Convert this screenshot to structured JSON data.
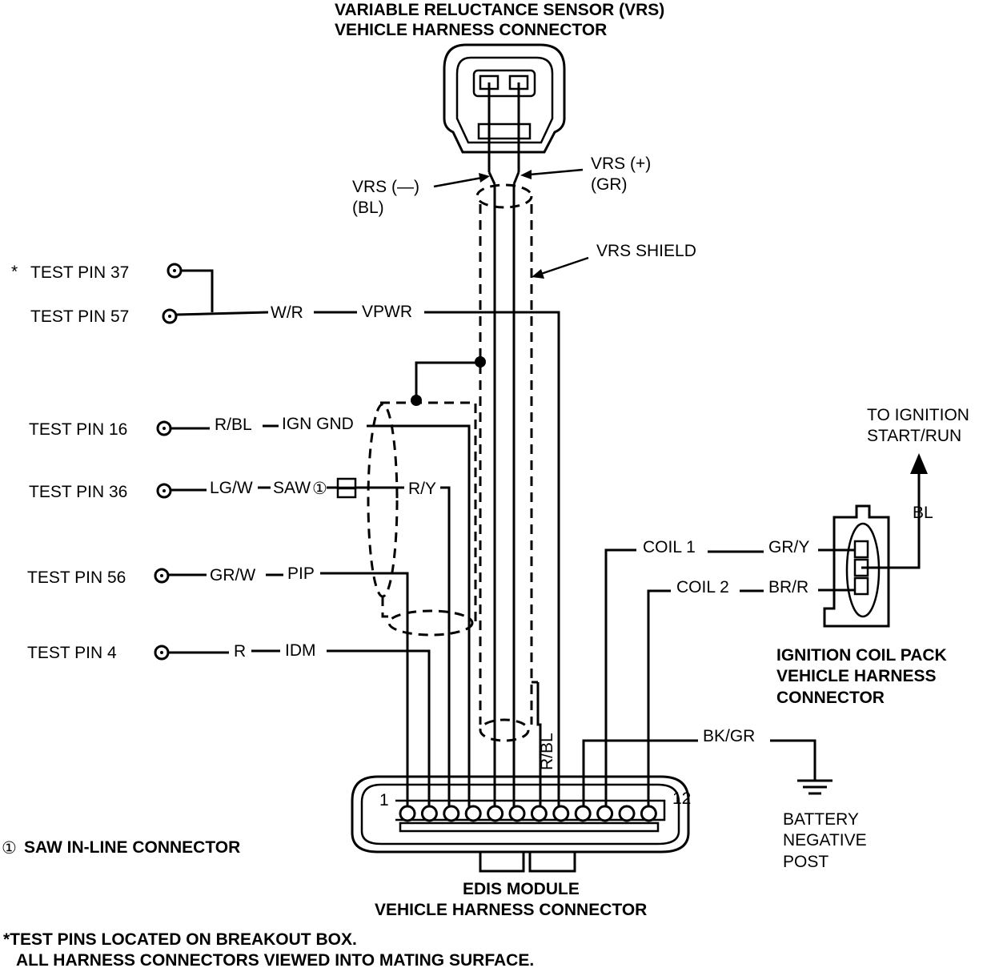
{
  "vrs_connector": {
    "title_line1": "VARIABLE RELUCTANCE SENSOR (VRS)",
    "title_line2": "VEHICLE HARNESS CONNECTOR",
    "neg_label": "VRS (—)",
    "neg_color": "(BL)",
    "pos_label": "VRS (+)",
    "pos_color": "(GR)",
    "shield_label": "VRS SHIELD"
  },
  "test_pins": [
    {
      "label": "TEST PIN 37",
      "prefix": "*"
    },
    {
      "label": "TEST PIN 57",
      "wire_color": "W/R",
      "signal": "VPWR"
    },
    {
      "label": "TEST PIN 16",
      "wire_color": "R/BL",
      "signal": "IGN GND"
    },
    {
      "label": "TEST PIN 36",
      "wire_color": "LG/W",
      "signal": "SAW",
      "marker": "①",
      "wire_color_2": "R/Y"
    },
    {
      "label": "TEST PIN 56",
      "wire_color": "GR/W",
      "signal": "PIP"
    },
    {
      "label": "TEST PIN 4",
      "wire_color": "R",
      "signal": "IDM"
    }
  ],
  "coils": {
    "coil1_label": "COIL 1",
    "coil1_color": "GR/Y",
    "coil2_label": "COIL 2",
    "coil2_color": "BR/R",
    "supply_color": "BL",
    "supply_line1": "TO IGNITION",
    "supply_line2": "START/RUN",
    "pack_line1": "IGNITION COIL PACK",
    "pack_line2": "VEHICLE HARNESS",
    "pack_line3": "CONNECTOR"
  },
  "ground": {
    "wire_color": "BK/GR",
    "line1": "BATTERY",
    "line2": "NEGATIVE",
    "line3": "POST"
  },
  "edis": {
    "pin_first": "1",
    "pin_last": "12",
    "shield_drain_color": "R/BL",
    "title_line1": "EDIS MODULE",
    "title_line2": "VEHICLE HARNESS CONNECTOR"
  },
  "notes": {
    "saw_marker": "①",
    "saw_note": "SAW IN-LINE CONNECTOR",
    "footnote_line1": "*TEST PINS LOCATED ON BREAKOUT BOX.",
    "footnote_line2": "ALL HARNESS CONNECTORS VIEWED INTO MATING SURFACE."
  }
}
